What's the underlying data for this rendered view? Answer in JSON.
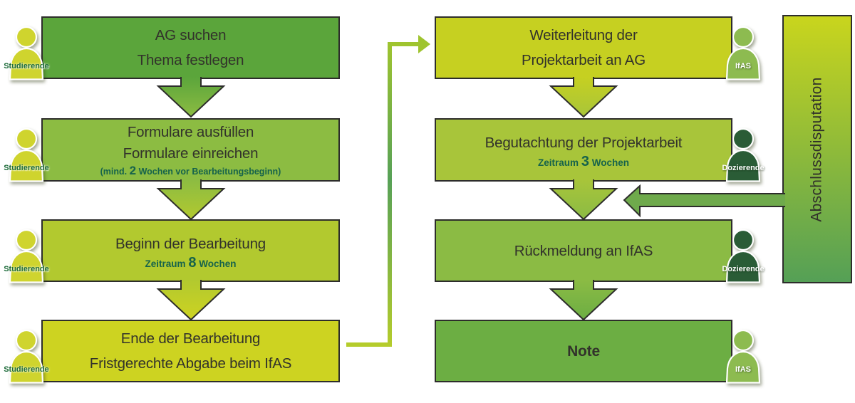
{
  "diagram": {
    "left_column": {
      "actor_label": "Studierende",
      "boxes": [
        {
          "lines": [
            "AG suchen",
            "Thema festlegen"
          ]
        },
        {
          "lines": [
            "Formulare ausfüllen",
            "Formulare einreichen"
          ],
          "note": {
            "prefix": "(mind.",
            "number": "2",
            "suffix": "Wochen vor Bearbeitungsbeginn)"
          }
        },
        {
          "lines": [
            "Beginn der Bearbeitung"
          ],
          "note": {
            "prefix": "Zeitraum",
            "number": "8",
            "suffix": "Wochen"
          }
        },
        {
          "lines": [
            "Ende der Bearbeitung",
            "Fristgerechte Abgabe beim IfAS"
          ]
        }
      ]
    },
    "right_column": {
      "boxes": [
        {
          "lines": [
            "Weiterleitung der",
            "Projektarbeit an AG"
          ],
          "actor_label": "IfAS"
        },
        {
          "lines": [
            "Begutachtung der Projektarbeit"
          ],
          "note": {
            "prefix": "Zeitraum",
            "number": "3",
            "suffix": "Wochen"
          },
          "actor_label": "Dozierende"
        },
        {
          "lines": [
            "Rückmeldung an IfAS"
          ],
          "actor_label": "Dozierende"
        },
        {
          "lines": [
            "Note"
          ],
          "actor_label": "IfAS"
        }
      ]
    },
    "side_box_label": "Abschlussdisputation",
    "palette": {
      "box_l1": "#5ba53b",
      "box_l2": "#8cbc42",
      "box_l3": "#b2c92f",
      "box_l4": "#cdd321",
      "box_r1": "#c6d021",
      "box_r2": "#a8c53a",
      "box_r3": "#8bbb44",
      "box_r4": "#6cae43",
      "disputation_top": "#c9d51d",
      "disputation_bottom": "#55a056",
      "outline": "#2d2d2b",
      "person_student": "#cfd42e",
      "person_ifas": "#8dbb50",
      "person_lecturer": "#2a5c36",
      "connector_start": "#b5cc2c",
      "connector_mid": "#57a157",
      "connector_end": "#9fc42f",
      "feedback_arrow": "#6faa4c",
      "text_dark": "#32322b",
      "subtext_green": "#16634b",
      "student_label_green": "#1b6a38"
    }
  }
}
